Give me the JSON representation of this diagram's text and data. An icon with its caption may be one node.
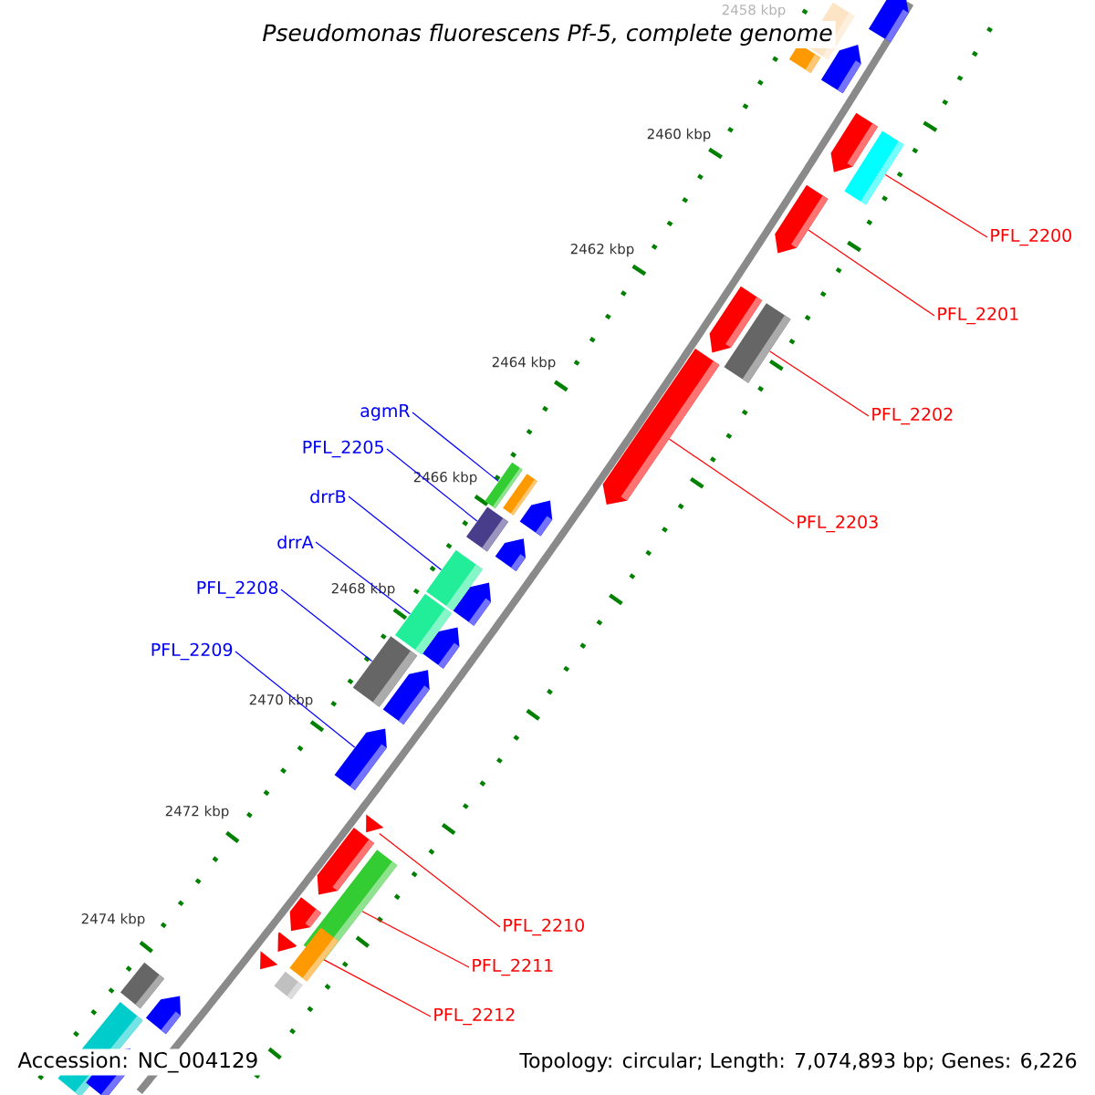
{
  "diagram": {
    "title": "Pseudomonas fluorescens Pf-5, complete genome",
    "nodes": [
      {
        "text": [
          "PFL_2200"
        ]
      },
      {
        "text": [
          "PFL_2201"
        ]
      },
      {
        "text": [
          "PFL_2202"
        ]
      },
      {
        "text": [
          "PFL_2203"
        ]
      },
      {
        "text": [
          "agmR"
        ]
      },
      {
        "text": [
          "PFL_2205"
        ]
      },
      {
        "text": [
          "drrB"
        ]
      },
      {
        "text": [
          "drrA"
        ]
      },
      {
        "text": [
          "PFL_2208"
        ]
      },
      {
        "text": [
          "PFL_2209"
        ]
      },
      {
        "text": [
          "PFL_2210"
        ]
      },
      {
        "text": [
          "PFL_2211"
        ]
      },
      {
        "text": [
          "PFL_2212"
        ]
      },
      {
        "text": [],
        "shape": "box"
      },
      {
        "text": [],
        "shape": "pentagon"
      },
      {
        "text": [],
        "shape": "box"
      },
      {
        "text": [],
        "shape": "pentagon"
      },
      {
        "text": [],
        "shape": "box"
      },
      {
        "text": [],
        "shape": "box"
      },
      {
        "text": [],
        "shape": "box"
      },
      {
        "text": [],
        "shape": "box"
      },
      {
        "text": [],
        "shape": "box"
      },
      {
        "text": [],
        "shape": "pentagon"
      },
      {
        "text": [],
        "shape": "pentagon"
      },
      {
        "text": [],
        "shape": "box"
      },
      {
        "text": [],
        "shape": "box"
      }
    ],
    "edges": [
      {
        "from": 0,
        "to": 13,
        "arrow": "none",
        "color": "#ff0000"
      },
      {
        "from": 1,
        "to": 14,
        "arrow": "none",
        "color": "#ff0000"
      },
      {
        "from": 2,
        "to": 15,
        "arrow": "none",
        "color": "#ff0000"
      },
      {
        "from": 3,
        "to": 16,
        "arrow": "none",
        "color": "#ff0000"
      },
      {
        "from": 4,
        "to": 17,
        "arrow": "none",
        "color": "#0000ff"
      },
      {
        "from": 5,
        "to": 18,
        "arrow": "none",
        "color": "#0000ff"
      },
      {
        "from": 6,
        "to": 19,
        "arrow": "none",
        "color": "#0000ff"
      },
      {
        "from": 7,
        "to": 20,
        "arrow": "none",
        "color": "#0000ff"
      },
      {
        "from": 8,
        "to": 21,
        "arrow": "none",
        "color": "#0000ff"
      },
      {
        "from": 9,
        "to": 22,
        "arrow": "none",
        "color": "#0000ff"
      },
      {
        "from": 10,
        "to": 23,
        "arrow": "none",
        "color": "#ff0000"
      },
      {
        "from": 11,
        "to": 24,
        "arrow": "none",
        "color": "#ff0000"
      },
      {
        "from": 12,
        "to": 25,
        "arrow": "none",
        "color": "#ff0000"
      }
    ],
    "labels": [
      "2458 kbp",
      "2460 kbp",
      "2462 kbp",
      "2464 kbp",
      "2466 kbp",
      "2468 kbp",
      "2470 kbp",
      "2472 kbp",
      "2474 kbp",
      "Accession: NC_004129",
      "Topology: circular; Length: 7,074,893 bp; Genes: 6,226"
    ]
  }
}
